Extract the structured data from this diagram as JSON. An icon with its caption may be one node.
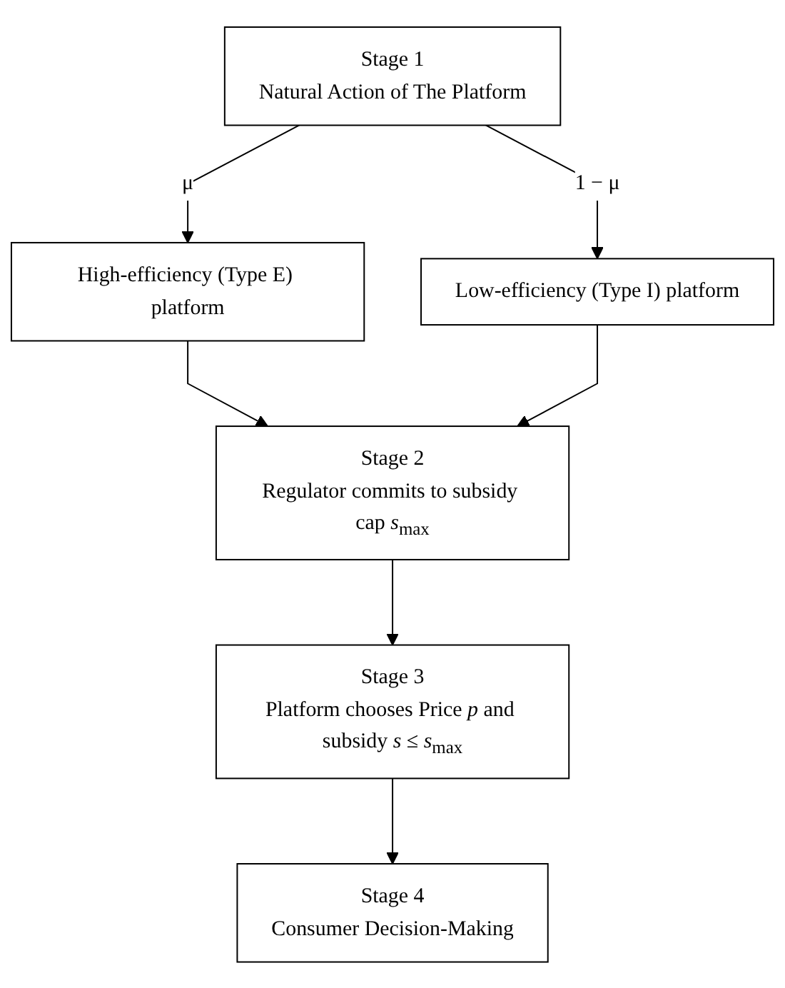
{
  "diagram": {
    "nodes": [
      {
        "text": [
          "Stage 1",
          "Natural Action of The Platform"
        ]
      },
      {
        "text": [
          "High-efficiency (Type E) platform"
        ]
      },
      {
        "text": [
          "Low-efficiency (Type I) platform"
        ]
      },
      {
        "text": [
          "Stage 2",
          "Regulator commits to subsidy cap *s*$_{max}$"
        ]
      },
      {
        "text": [
          "Stage 3",
          "Platform chooses Price *p* and subsidy *s* ≤ *s*$_{max}$"
        ]
      },
      {
        "text": [
          "Stage 4",
          "Consumer Decision-Making"
        ]
      }
    ],
    "edges": [
      {
        "from": 0,
        "to": 1,
        "arrow": "to",
        "label": "μ"
      },
      {
        "from": 0,
        "to": 2,
        "arrow": "to",
        "label": "1 − μ"
      },
      {
        "from": 1,
        "to": 3,
        "arrow": "to"
      },
      {
        "from": 2,
        "to": 3,
        "arrow": "to"
      },
      {
        "from": 3,
        "to": 4,
        "arrow": "to"
      },
      {
        "from": 4,
        "to": 5,
        "arrow": "to"
      }
    ]
  }
}
